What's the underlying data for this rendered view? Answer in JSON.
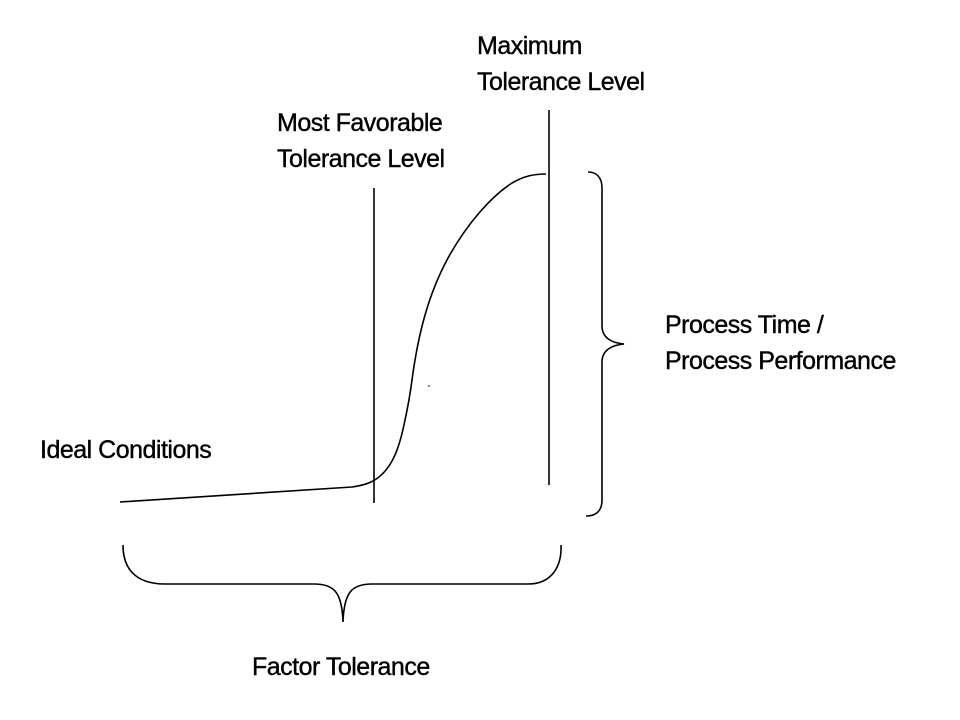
{
  "labels": {
    "max_tolerance": {
      "line1": "Maximum",
      "line2": "Tolerance Level"
    },
    "most_favorable": {
      "line1": "Most Favorable",
      "line2": "Tolerance Level"
    },
    "ideal_conditions": "Ideal Conditions",
    "process": {
      "line1": "Process Time /",
      "line2": "Process Performance"
    },
    "factor_tolerance": "Factor Tolerance"
  },
  "colors": {
    "line": "#000000",
    "text": "#000000",
    "background": "#ffffff"
  }
}
